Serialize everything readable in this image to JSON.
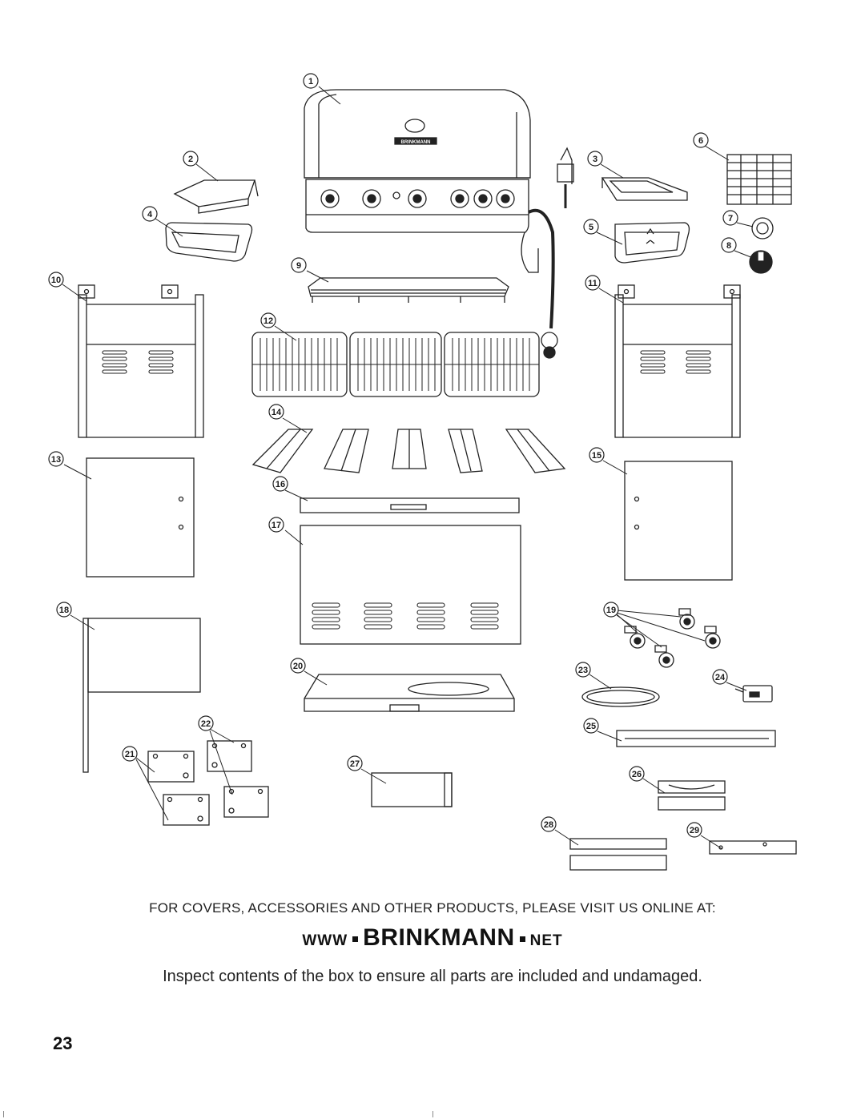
{
  "callouts": [
    "1",
    "2",
    "3",
    "4",
    "5",
    "6",
    "7",
    "8",
    "9",
    "10",
    "11",
    "12",
    "13",
    "14",
    "15",
    "16",
    "17",
    "18",
    "19",
    "20",
    "21",
    "22",
    "23",
    "24",
    "25",
    "26",
    "27",
    "28",
    "29"
  ],
  "lid_brand_text": "BRINKMANN",
  "footer": {
    "covers_text": "FOR COVERS, ACCESSORIES AND OTHER PRODUCTS, PLEASE VISIT US ONLINE AT:",
    "url_www": "WWW",
    "url_brand": "BRINKMANN",
    "url_net": "NET",
    "inspect_text": "Inspect contents of the box to ensure all parts are included and undamaged.",
    "page_number": "23"
  }
}
